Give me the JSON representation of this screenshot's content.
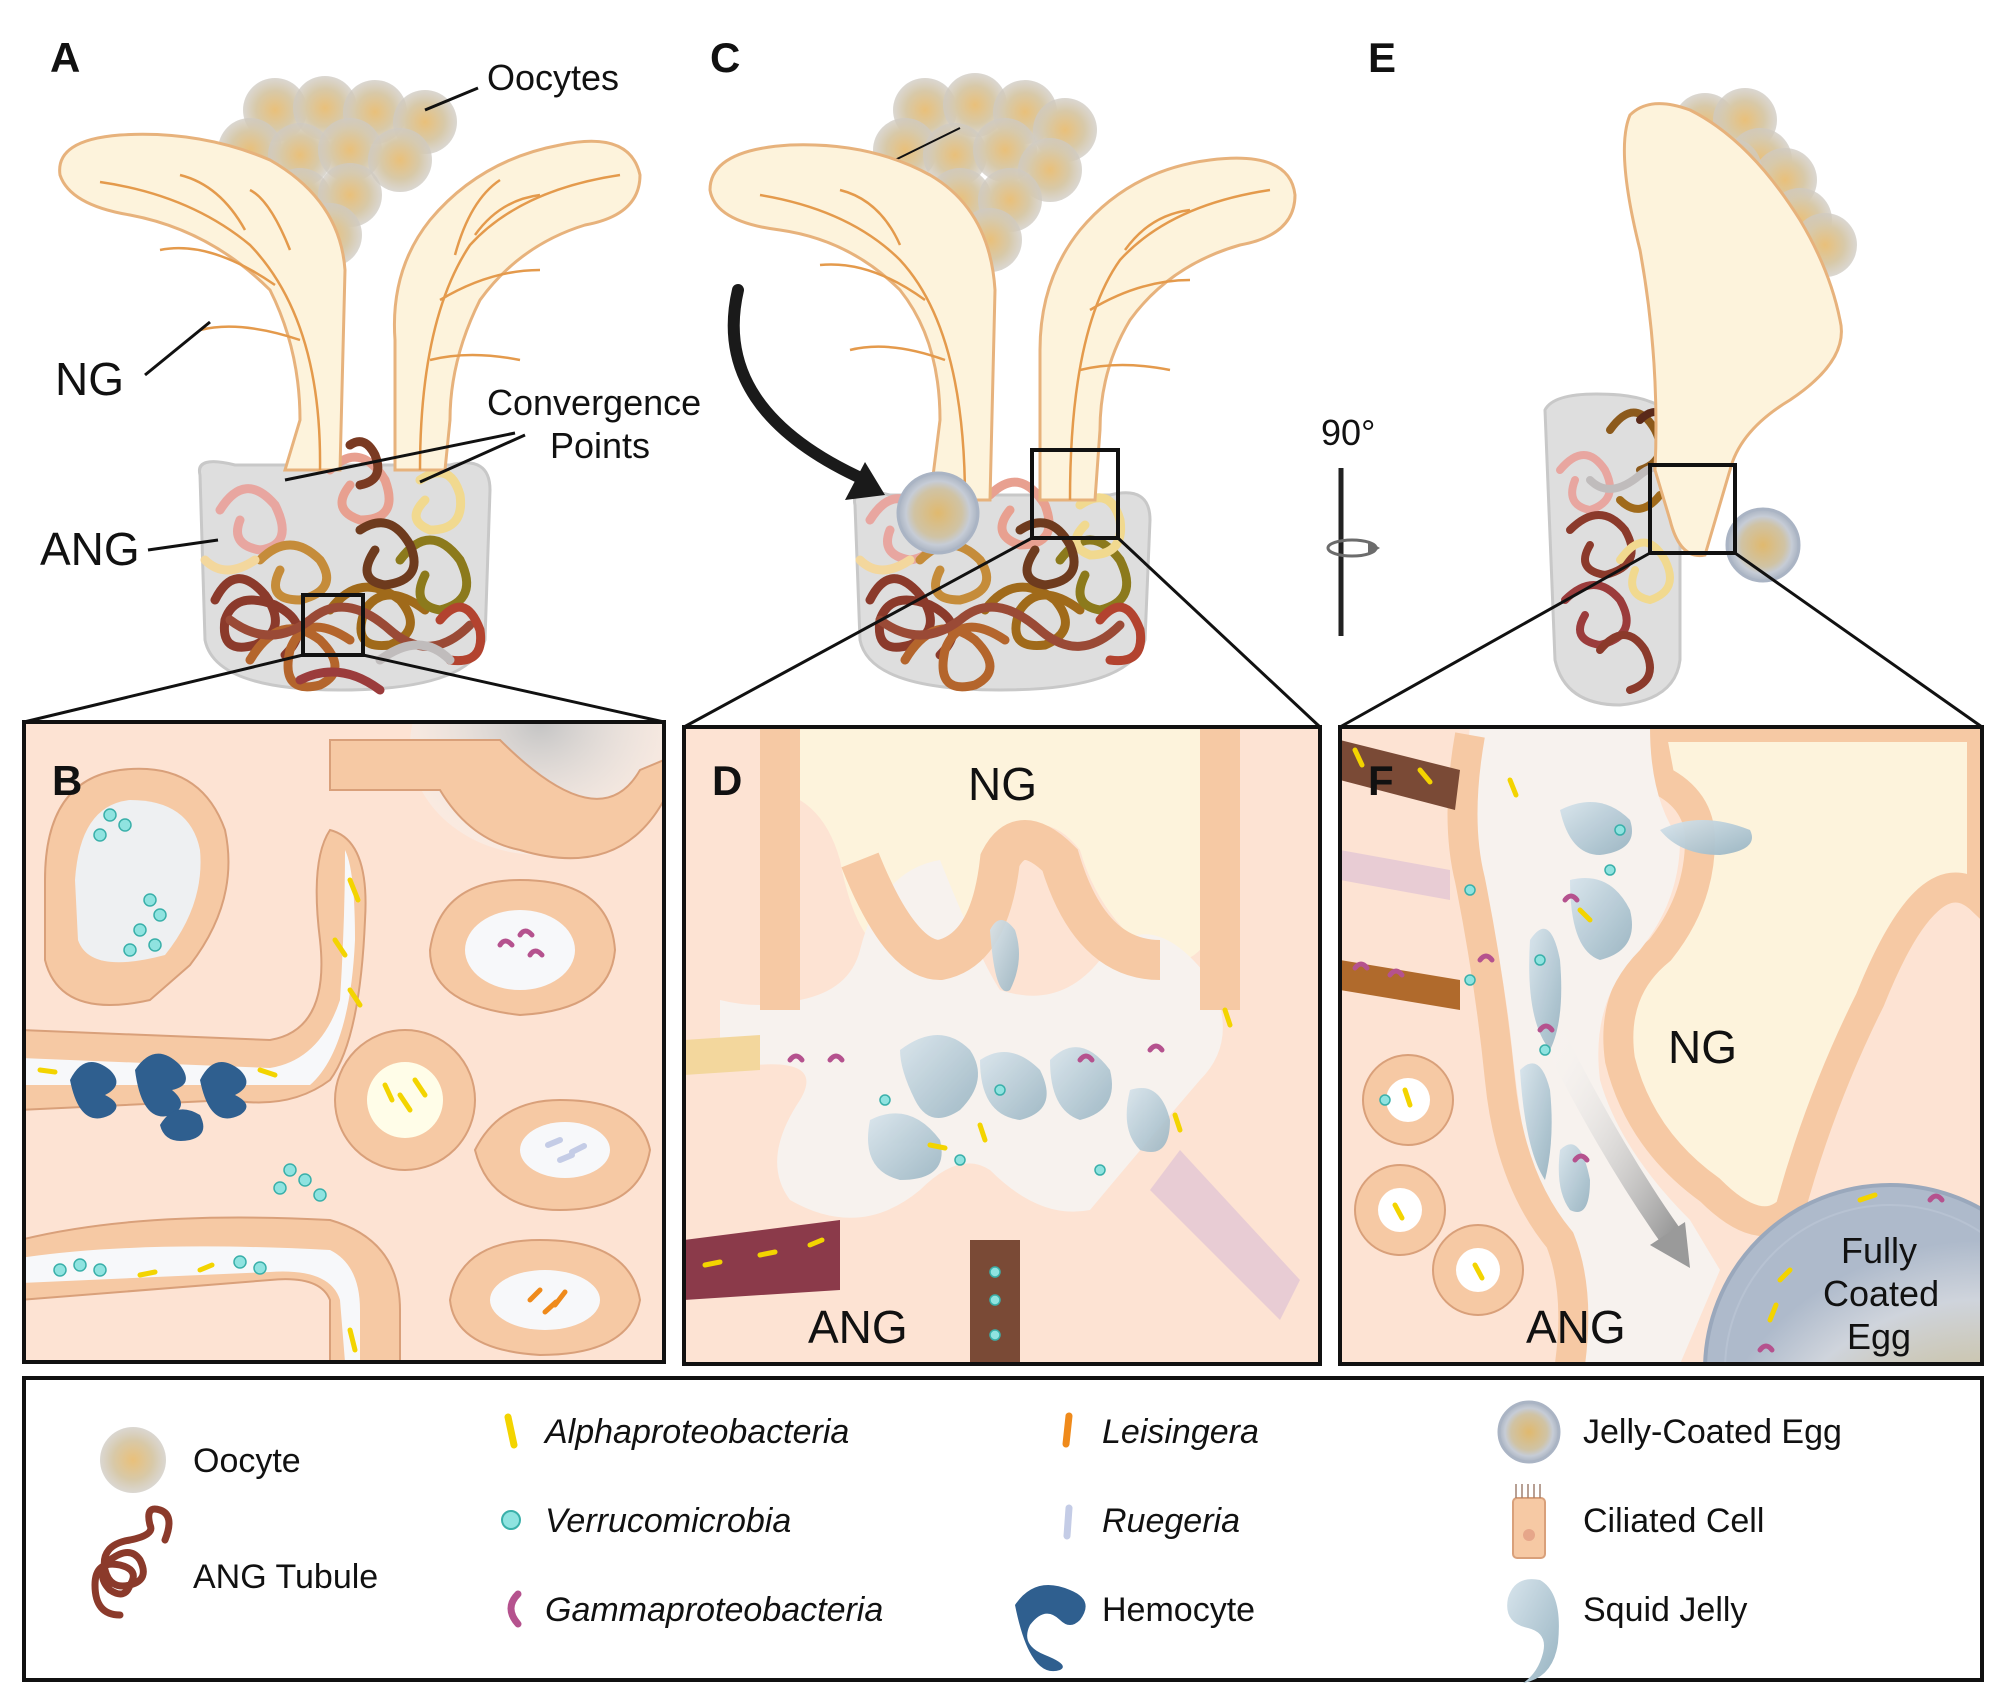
{
  "panels": {
    "a": "A",
    "b": "B",
    "c": "C",
    "d": "D",
    "e": "E",
    "f": "F"
  },
  "labels": {
    "oocytes": "Oocytes",
    "ng": "NG",
    "ang": "ANG",
    "convergence_line1": "Convergence",
    "convergence_line2": "Points",
    "rotation": "90°",
    "fully_coated_line1": "Fully",
    "fully_coated_line2": "Coated",
    "fully_coated_line3": "Egg"
  },
  "legend": {
    "oocyte": "Oocyte",
    "ang_tubule": "ANG Tubule",
    "alphaproteobacteria": "Alphaproteobacteria",
    "verrucomicrobia": "Verrucomicrobia",
    "gammaproteobacteria": "Gammaproteobacteria",
    "leisingera": "Leisingera",
    "ruegeria": "Ruegeria",
    "hemocyte": "Hemocyte",
    "jelly_coated_egg": "Jelly-Coated Egg",
    "ciliated_cell": "Ciliated Cell",
    "squid_jelly": "Squid Jelly"
  },
  "colors": {
    "tissue": "#fde3d3",
    "epithelium": "#f6c9a4",
    "gland_cream": "#fdf3dc",
    "gland_vein": "#e49a4c",
    "alpha": "#f3d400",
    "verruco": "#8fe3e0",
    "gamma": "#b5528e",
    "leisingera": "#ef8a1b",
    "ruegeria": "#c4cce6",
    "hemocyte": "#2f5f8f",
    "jelly": "#b7cdd6",
    "tubule": "#8b3a2b"
  }
}
